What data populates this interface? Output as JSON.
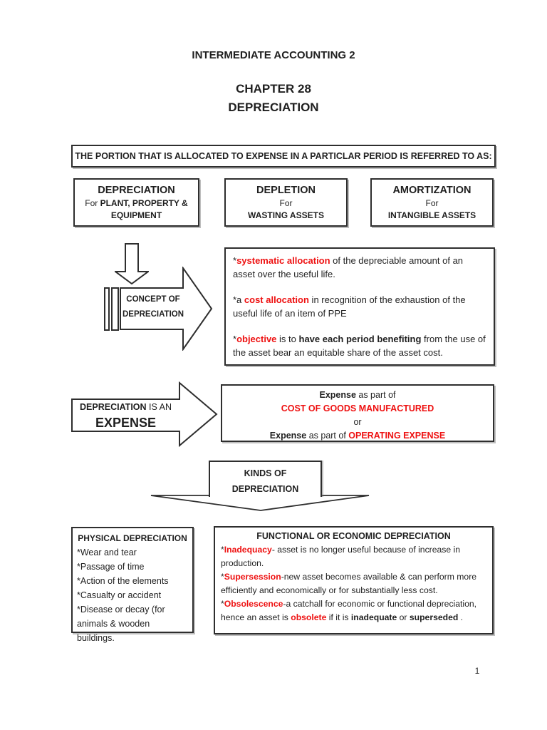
{
  "colors": {
    "accent_red": "#ee1111",
    "text": "#1f1f1f",
    "border": "#2e2e2e"
  },
  "page": {
    "course_title": "INTERMEDIATE ACCOUNTING 2",
    "chapter_line1": "CHAPTER  28",
    "chapter_line2": "DEPRECIATION",
    "page_number": "1"
  },
  "banner": {
    "text": "THE PORTION THAT IS ALLOCATED TO EXPENSE IN A PARTICLAR PERIOD IS REFERRED TO AS:"
  },
  "terms": [
    {
      "title": "DEPRECIATION",
      "for_label": "For ",
      "subject": "PLANT, PROPERTY & EQUIPMENT"
    },
    {
      "title": "DEPLETION",
      "for_label": "For",
      "subject": "WASTING ASSETS"
    },
    {
      "title": "AMORTIZATION",
      "for_label": "For",
      "subject": "INTANGIBLE ASSETS"
    }
  ],
  "concept": {
    "arrow_label_1": "CONCEPT OF",
    "arrow_label_2": "DEPRECIATION",
    "p1_star": "*",
    "p1_red": "systematic allocation",
    "p1_rest": " of the depreciable amount of an asset over the useful  life.",
    "p2_star": "*a ",
    "p2_red": "cost allocation",
    "p2_rest": " in recognition of the exhaustion of the useful life of an item of PPE",
    "p3_star": "*",
    "p3_red": "objective",
    "p3_mid": " is to ",
    "p3_bold": "have each period benefiting",
    "p3_rest": " from the use of the asset bear an equitable share of the asset cost."
  },
  "expense": {
    "arrow_bold": "DEPRECIATION",
    "arrow_rest": " IS AN",
    "arrow_big": "EXPENSE",
    "l1_bold": "Expense",
    "l1_rest": " as part of",
    "l2_red": "COST OF GOODS MANUFACTURED",
    "l3": "or",
    "l4_bold": "Expense",
    "l4_rest": " as part of ",
    "l4_red": "OPERATING EXPENSE"
  },
  "kinds": {
    "line1": "KINDS OF",
    "line2": "DEPRECIATION"
  },
  "physical": {
    "title": "PHYSICAL DEPRECIATION",
    "items": [
      "*Wear and tear",
      "*Passage of time",
      "*Action of the elements",
      "*Casualty or accident",
      "*Disease or decay (for",
      "animals & wooden buildings."
    ]
  },
  "functional": {
    "title": "FUNCTIONAL OR ECONOMIC DEPRECIATION",
    "i1_star": "*",
    "i1_red": "Inadequacy",
    "i1_rest": "- asset is no longer useful because of increase in production.",
    "i2_star": "*",
    "i2_red": "Supersession",
    "i2_rest": "-new asset becomes available & can perform more efficiently and economically or for substantially less cost.",
    "i3_star": "*",
    "i3_red": "Obsolescence",
    "i3_r1": "-a catchall for economic or functional depreciation, hence an asset is ",
    "i3_red2": "obsolete",
    "i3_r2": " if it is ",
    "i3_b1": "inadequate",
    "i3_r3": " or ",
    "i3_b2": "superseded",
    "i3_r4": " ."
  }
}
